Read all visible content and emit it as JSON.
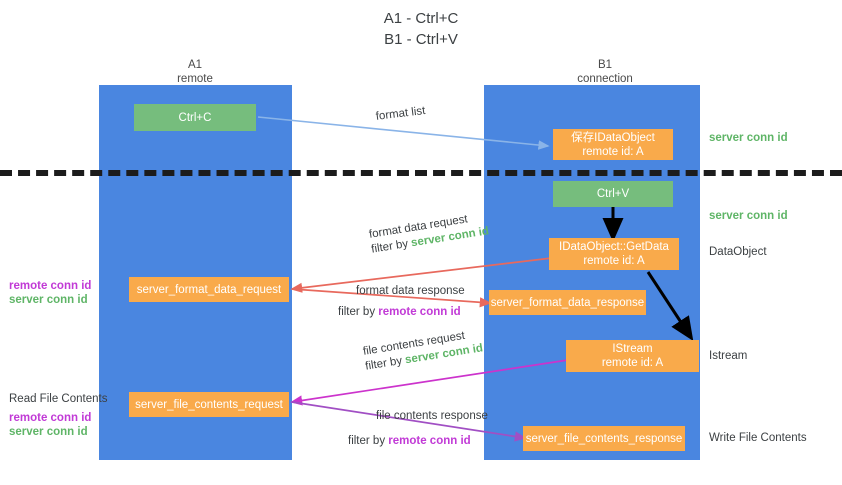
{
  "title": {
    "line1": "A1 - Ctrl+C",
    "line2": "B1 - Ctrl+V"
  },
  "columns": [
    {
      "name": "A1",
      "sub": "remote"
    },
    {
      "name": "B1",
      "sub": "connection"
    }
  ],
  "nodes": {
    "ctrl_c": {
      "label": "Ctrl+C"
    },
    "save_dataobject": {
      "line1": "保存IDataObject",
      "line2": "remote id: A"
    },
    "ctrl_v": {
      "label": "Ctrl+V"
    },
    "getdata": {
      "line1": "IDataObject::GetData",
      "line2": "remote id: A"
    },
    "istream": {
      "line1": "IStream",
      "line2": "remote id: A"
    },
    "server_format_data_request": {
      "label": "server_format_data_request"
    },
    "server_format_data_response": {
      "label": "server_format_data_response"
    },
    "server_file_contents_request": {
      "label": "server_file_contents_request"
    },
    "server_file_contents_response": {
      "label": "server_file_contents_response"
    }
  },
  "edge_labels": {
    "format_list": "format list",
    "format_data_request": "format data request",
    "format_data_request_filter_prefix": "filter by ",
    "format_data_request_filter_key": "server conn id",
    "format_data_response": "format data response",
    "format_data_response_filter_prefix": "filter by ",
    "format_data_response_filter_key": "remote conn id",
    "file_contents_request": "file contents request",
    "file_contents_request_filter_prefix": "filter by ",
    "file_contents_request_filter_key": "server conn id",
    "file_contents_response": "file contents response",
    "file_contents_response_filter_prefix": "filter by ",
    "file_contents_response_filter_key": "remote conn id"
  },
  "annotations": {
    "right_server_conn_id_top": "server conn id",
    "right_server_conn_id_mid": "server conn id",
    "right_dataobject": "DataObject",
    "right_istream": "Istream",
    "right_write_file_contents": "Write File Contents",
    "left_remote_conn_id_1": "remote conn id",
    "left_server_conn_id_1": "server conn id",
    "left_read_file_contents": "Read File Contents",
    "left_remote_conn_id_2": "remote conn id",
    "left_server_conn_id_2": "server conn id"
  },
  "colors": {
    "lane": "#4a86e0",
    "orange": "#f9aa4b",
    "green_node": "#76bd7d",
    "green_text": "#5fb567",
    "purple_text": "#c13ad6",
    "arrow_blue": "#8ab4e8",
    "arrow_red": "#e8695d",
    "arrow_magenta": "#cc33cc",
    "arrow_purple": "#a14fc4",
    "arrow_black": "#000000",
    "divider": "#1c1c1c"
  }
}
